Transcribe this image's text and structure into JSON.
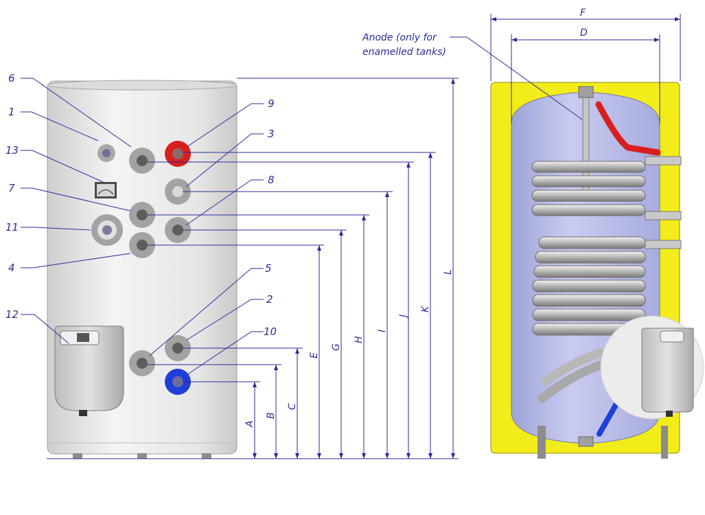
{
  "colors": {
    "annotation": "#2b2b9a",
    "tank_body": "#e9e9e9",
    "hot_fitting": "#d81f1f",
    "cold_fitting": "#1f3fd8",
    "insulation": "#f2ec1a",
    "tank_inner": "#b9bde6"
  },
  "callouts": {
    "c1": "1",
    "c2": "2",
    "c3": "3",
    "c4": "4",
    "c5": "5",
    "c6": "6",
    "c7": "7",
    "c8": "8",
    "c9": "9",
    "c10": "10",
    "c11": "11",
    "c12": "12",
    "c13": "13"
  },
  "dimensions": {
    "A": "A",
    "B": "B",
    "C": "C",
    "E": "E",
    "G": "G",
    "H": "H",
    "I": "I",
    "J": "J",
    "K": "K",
    "L": "L",
    "F": "F",
    "D": "D"
  },
  "anode_note": {
    "line1": "Anode (only for",
    "line2": "enamelled tanks)"
  }
}
